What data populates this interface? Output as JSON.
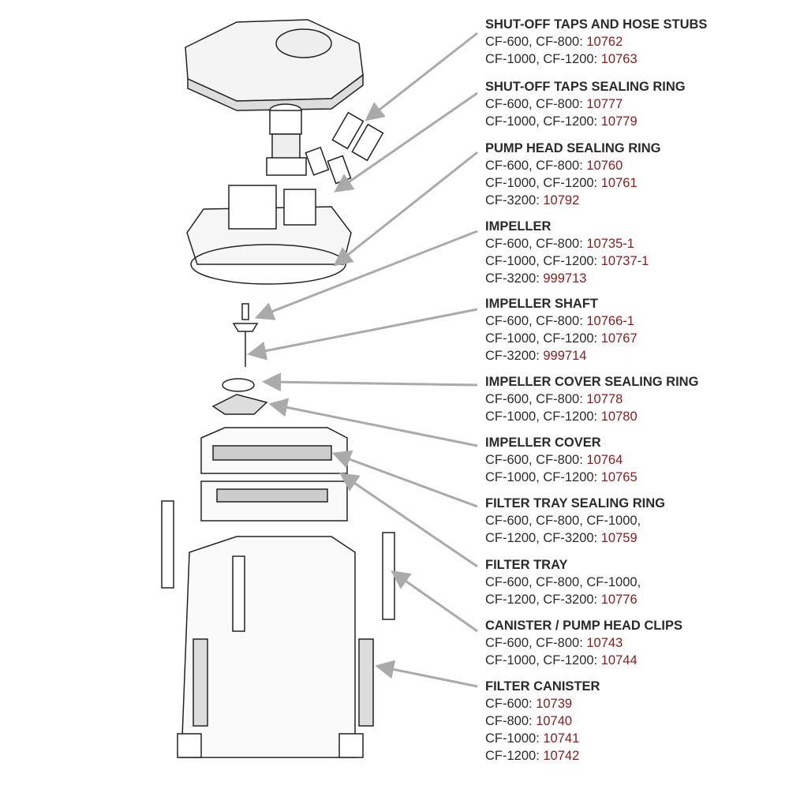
{
  "parts": [
    {
      "title": "SHUT-OFF TAPS AND HOSE STUBS",
      "lines": [
        {
          "models": "CF-600, CF-800: ",
          "number": "10762"
        },
        {
          "models": "CF-1000, CF-1200: ",
          "number": "10763"
        }
      ]
    },
    {
      "title": "SHUT-OFF TAPS SEALING RING",
      "lines": [
        {
          "models": "CF-600, CF-800: ",
          "number": "10777"
        },
        {
          "models": "CF-1000, CF-1200: ",
          "number": "10779"
        }
      ]
    },
    {
      "title": "PUMP HEAD SEALING RING",
      "lines": [
        {
          "models": "CF-600, CF-800: ",
          "number": "10760"
        },
        {
          "models": "CF-1000, CF-1200: ",
          "number": "10761"
        },
        {
          "models": "CF-3200: ",
          "number": "10792"
        }
      ]
    },
    {
      "title": "IMPELLER",
      "lines": [
        {
          "models": "CF-600, CF-800: ",
          "number": "10735-1"
        },
        {
          "models": "CF-1000, CF-1200: ",
          "number": "10737-1"
        },
        {
          "models": "CF-3200: ",
          "number": "999713"
        }
      ]
    },
    {
      "title": "IMPELLER SHAFT",
      "lines": [
        {
          "models": "CF-600, CF-800: ",
          "number": "10766-1"
        },
        {
          "models": "CF-1000, CF-1200: ",
          "number": "10767"
        },
        {
          "models": "CF-3200: ",
          "number": "999714"
        }
      ]
    },
    {
      "title": "IMPELLER COVER SEALING RING",
      "lines": [
        {
          "models": "CF-600, CF-800: ",
          "number": "10778"
        },
        {
          "models": "CF-1000, CF-1200: ",
          "number": "10780"
        }
      ]
    },
    {
      "title": "IMPELLER COVER",
      "lines": [
        {
          "models": "CF-600, CF-800: ",
          "number": "10764"
        },
        {
          "models": "CF-1000, CF-1200: ",
          "number": "10765"
        }
      ]
    },
    {
      "title": "FILTER TRAY SEALING RING",
      "lines": [
        {
          "models": "CF-600, CF-800, CF-1000,",
          "number": ""
        },
        {
          "models": "CF-1200, CF-3200: ",
          "number": "10759"
        }
      ]
    },
    {
      "title": "FILTER TRAY",
      "lines": [
        {
          "models": "CF-600, CF-800, CF-1000,",
          "number": ""
        },
        {
          "models": "CF-1200, CF-3200: ",
          "number": "10776"
        }
      ]
    },
    {
      "title": "CANISTER / PUMP HEAD CLIPS",
      "lines": [
        {
          "models": "CF-600, CF-800: ",
          "number": "10743"
        },
        {
          "models": "CF-1000, CF-1200: ",
          "number": "10744"
        }
      ]
    },
    {
      "title": "FILTER CANISTER",
      "lines": [
        {
          "models": "CF-600: ",
          "number": "10739"
        },
        {
          "models": "CF-800: ",
          "number": "10740"
        },
        {
          "models": "CF-1000: ",
          "number": "10741"
        },
        {
          "models": "CF-1200: ",
          "number": "10742"
        }
      ]
    }
  ],
  "colors": {
    "number": "#8b1a1a",
    "text": "#2a2a2a",
    "arrow": "#aaaaaa"
  }
}
